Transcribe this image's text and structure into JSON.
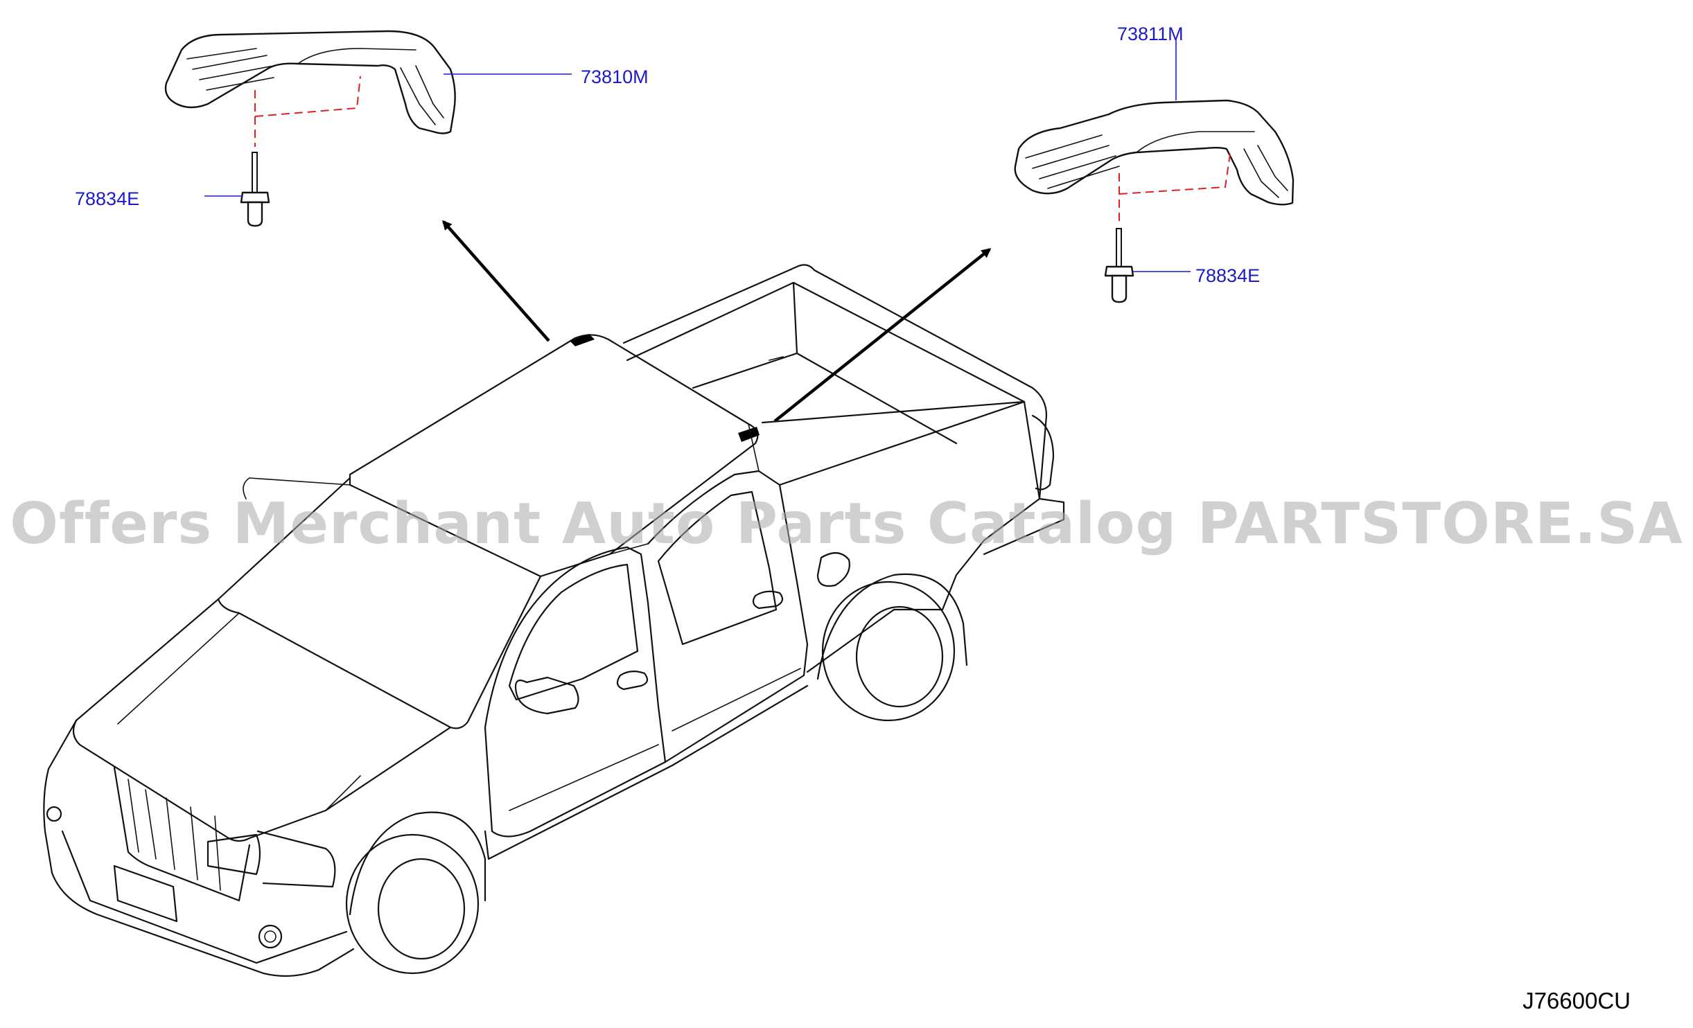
{
  "diagram": {
    "code": "J76600CU",
    "watermark": "Offers Merchant Auto Parts Catalog PARTSTORE.SA",
    "parts": [
      {
        "id": "73810M"
      },
      {
        "id": "73811M"
      },
      {
        "id": "78834E"
      },
      {
        "id": "78834E"
      }
    ]
  },
  "colors": {
    "label": "#1a1acc",
    "guide": "#e02020",
    "line": "#111111",
    "watermark": "#aaaaaa"
  },
  "icons": {
    "left_part": "roof-rail-cover-left-icon",
    "right_part": "roof-rail-cover-right-icon",
    "clip": "clip-fastener-icon",
    "vehicle": "pickup-truck-outline-icon"
  }
}
